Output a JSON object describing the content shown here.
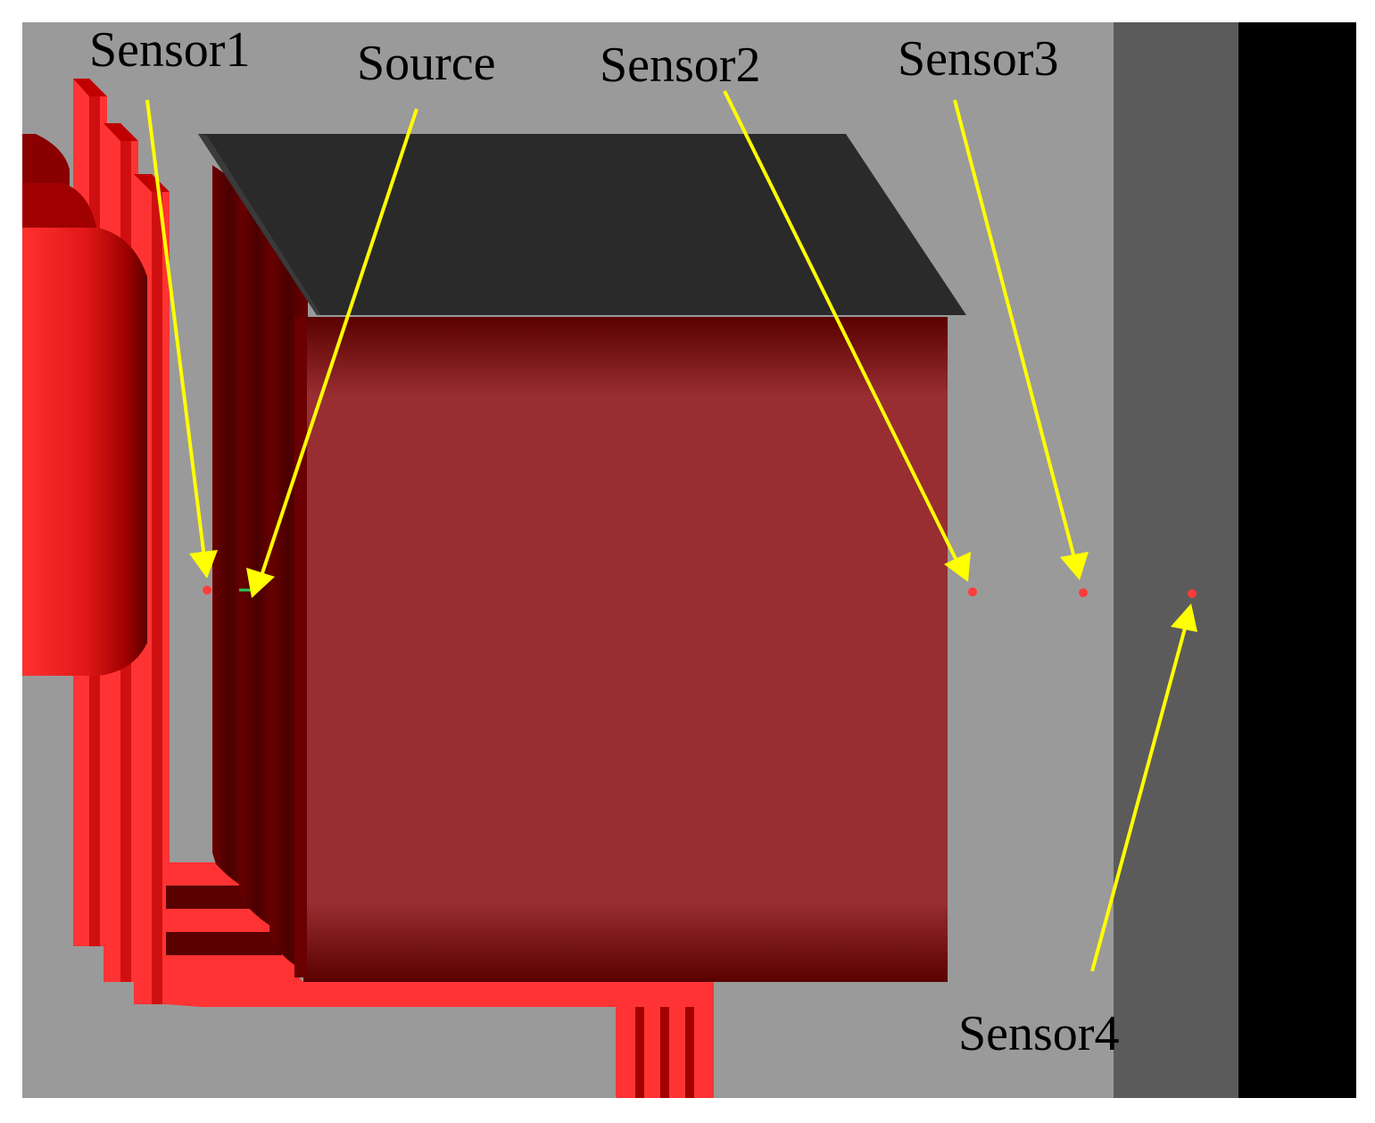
{
  "labels": {
    "sensor1": "Sensor1",
    "source": "Source",
    "sensor2": "Sensor2",
    "sensor3": "Sensor3",
    "sensor4": "Sensor4"
  },
  "colors": {
    "background": "#9a9a9a",
    "wall": "#5b5b5b",
    "far_wall": "#000000",
    "tank": "#982e31",
    "tank_dark": "#5a0000",
    "lid": "#2a2a2a",
    "bus_bar": "#ff3333",
    "bus_bar_dark": "#a30000",
    "arrow": "#ffff00",
    "sensor": "#ff3b3b",
    "source_marker": "#22cc55"
  },
  "icons": {
    "sensor_marker": "red-dot",
    "annotation": "yellow-arrow"
  }
}
